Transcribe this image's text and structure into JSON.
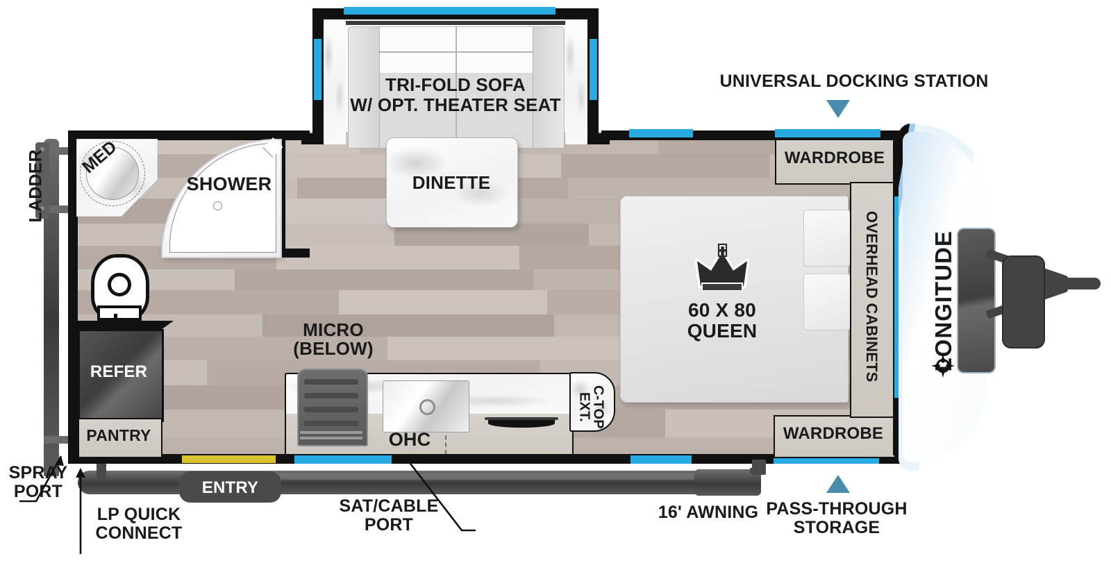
{
  "diagram": {
    "type": "rv-floorplan",
    "brand": "LONGITUDE",
    "brand_icon": "compass-rose-icon"
  },
  "colors": {
    "accent_blue": "#28ABE3",
    "callout_blue": "#4A8CAB",
    "accent_yellow": "#D9C22B",
    "wall_black": "#111111",
    "cabinet_tan": "#D2CDC6",
    "refer_dark": "#4A4A4A",
    "floor_base": "#BCB2AB"
  },
  "interior_labels": {
    "med_cabinet": "MED",
    "shower": "SHOWER",
    "tri_fold_sofa": "TRI-FOLD SOFA\nW/ OPT. THEATER SEAT",
    "dinette": "DINETTE",
    "refer": "REFER",
    "pantry": "PANTRY",
    "micro": "MICRO\n(BELOW)",
    "ohc": "OHC",
    "ctop_ext": "C-TOP EXT.",
    "bed_size": "60 X 80\nQUEEN",
    "bed_icon": "crown-icon",
    "wardrobe_top": "WARDROBE",
    "wardrobe_bottom": "WARDROBE",
    "overhead_cabinets": "OVERHEAD CABINETS"
  },
  "exterior_callouts": {
    "ladder": "LADDER",
    "universal_docking_station": "UNIVERSAL DOCKING STATION",
    "spray_port": "SPRAY\nPORT",
    "lp_quick_connect": "LP QUICK\nCONNECT",
    "entry": "ENTRY",
    "sat_cable_port": "SAT/CABLE\nPORT",
    "awning": "16' AWNING",
    "pass_through_storage": "PASS-THROUGH\nSTORAGE"
  },
  "brand_text": "LONGITUDE"
}
